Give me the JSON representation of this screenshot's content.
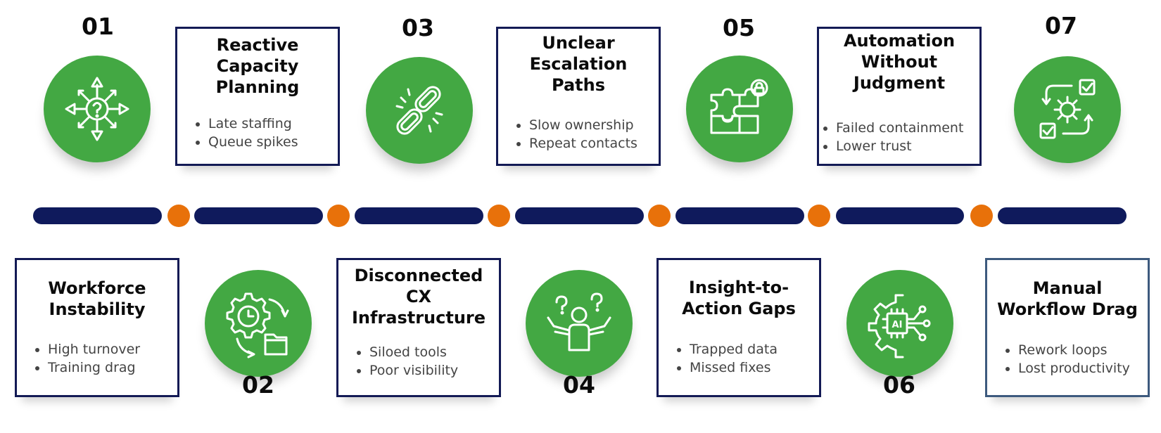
{
  "steps": [
    {
      "number": "01",
      "title": [
        "Workforce",
        "Instability"
      ],
      "bullets": [
        "High turnover",
        "Training drag"
      ],
      "icon": "question-arrows-icon"
    },
    {
      "number": "02",
      "title": [
        "Reactive",
        "Capacity",
        "Planning"
      ],
      "bullets": [
        "Late staffing",
        "Queue spikes"
      ],
      "icon": "clock-gear-folder-icon"
    },
    {
      "number": "03",
      "title": [
        "Disconnected",
        "CX",
        "Infrastructure"
      ],
      "bullets": [
        "Siloed tools",
        "Poor visibility"
      ],
      "icon": "broken-chain-icon"
    },
    {
      "number": "04",
      "title": [
        "Unclear",
        "Escalation",
        "Paths"
      ],
      "bullets": [
        "Slow ownership",
        "Repeat contacts"
      ],
      "icon": "confused-person-icon"
    },
    {
      "number": "05",
      "title": [
        "Insight-to-",
        "Action Gaps"
      ],
      "bullets": [
        "Trapped data",
        "Missed fixes"
      ],
      "icon": "puzzle-lock-icon"
    },
    {
      "number": "06",
      "title": [
        "Automation",
        "Without",
        "Judgment"
      ],
      "bullets": [
        "Failed containment",
        "Lower trust"
      ],
      "icon": "ai-chip-gear-icon"
    },
    {
      "number": "07",
      "title": [
        "Manual",
        "Workflow Drag"
      ],
      "bullets": [
        "Rework loops",
        "Lost productivity"
      ],
      "icon": "workflow-cycle-icon"
    }
  ],
  "colors": {
    "circle": "#43a843",
    "timeline": "#0f1a5c",
    "connector": "#e8710a",
    "card_border": "#131a55"
  }
}
